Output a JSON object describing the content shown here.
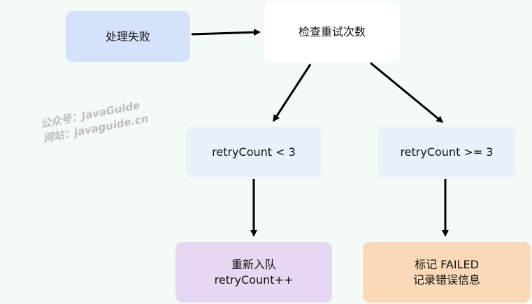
{
  "nodes": {
    "failed": "处理失败",
    "check": "检查重试次数",
    "lt": "retryCount < 3",
    "ge": "retryCount >= 3",
    "retry": [
      "重新入队",
      "retryCount++"
    ],
    "mark": [
      "标记 FAILED",
      "记录错误信息"
    ]
  },
  "watermark": [
    "公众号：JavaGuide",
    "网站：javaguide.cn"
  ],
  "colors": {
    "background": "#f4faf6",
    "failed_fill": "#d4e3fb",
    "check_fill": "#ffffff",
    "condition_fill": "#e8f1fc",
    "retry_fill": "#e6d8f2",
    "mark_fill": "#f9d9b8",
    "arrow": "#000000"
  }
}
